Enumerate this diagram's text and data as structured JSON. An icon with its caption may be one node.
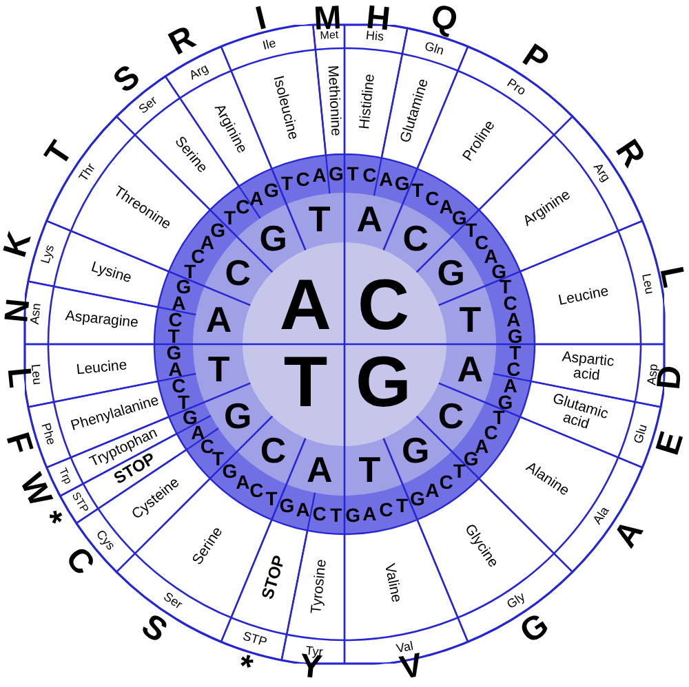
{
  "diagram": {
    "nodes": [
      {
        "text": [
          "Histidine",
          "His"
        ],
        "beside": [
          "H"
        ]
      },
      {
        "text": [
          "Glutamine",
          "Gln"
        ],
        "beside": [
          "Q"
        ]
      },
      {
        "text": [
          "Proline",
          "Pro"
        ],
        "beside": [
          "P"
        ]
      },
      {
        "text": [
          "Arginine",
          "Arg"
        ],
        "beside": [
          "R"
        ]
      },
      {
        "text": [
          "Leucine",
          "Leu"
        ],
        "beside": [
          "L"
        ]
      },
      {
        "text": [
          "Aspartic acid",
          "Asp"
        ],
        "beside": [
          "D"
        ]
      },
      {
        "text": [
          "Glutamic acid",
          "Glu"
        ],
        "beside": [
          "E"
        ]
      },
      {
        "text": [
          "Alanine",
          "Ala"
        ],
        "beside": [
          "A"
        ]
      },
      {
        "text": [
          "Glycine",
          "Gly"
        ],
        "beside": [
          "G"
        ]
      },
      {
        "text": [
          "Valine",
          "Val"
        ],
        "beside": [
          "V"
        ]
      },
      {
        "text": [
          "Tyrosine",
          "Tyr"
        ],
        "beside": [
          "Y"
        ]
      },
      {
        "text": [
          "STOP",
          "STP"
        ],
        "beside": [
          "*"
        ]
      },
      {
        "text": [
          "Serine",
          "Ser"
        ],
        "beside": [
          "S"
        ]
      },
      {
        "text": [
          "Cysteine",
          "Cys"
        ],
        "beside": [
          "C"
        ]
      },
      {
        "text": [
          "STOP",
          "STP"
        ],
        "beside": [
          "*"
        ]
      },
      {
        "text": [
          "Tryptophan",
          "Trp"
        ],
        "beside": [
          "W"
        ]
      },
      {
        "text": [
          "Phenylalanine",
          "Phe"
        ],
        "beside": [
          "F"
        ]
      },
      {
        "text": [
          "Leucine",
          "Leu"
        ],
        "beside": [
          "L"
        ]
      },
      {
        "text": [
          "Asparagine",
          "Asn"
        ],
        "beside": [
          "N"
        ]
      },
      {
        "text": [
          "Lysine",
          "Lys"
        ],
        "beside": [
          "K"
        ]
      },
      {
        "text": [
          "Threonine",
          "Thr"
        ],
        "beside": [
          "T"
        ]
      },
      {
        "text": [
          "Serine",
          "Ser"
        ],
        "beside": [
          "S"
        ]
      },
      {
        "text": [
          "Arginine",
          "Arg"
        ],
        "beside": [
          "R"
        ]
      },
      {
        "text": [
          "Isoleucine",
          "Ile"
        ],
        "beside": [
          "I"
        ]
      },
      {
        "text": [
          "Methionine",
          "Met"
        ],
        "beside": [
          "M"
        ]
      }
    ],
    "labels": [
      "A",
      "C",
      "T",
      "G",
      "A",
      "C",
      "G",
      "T",
      "A",
      "C",
      "G",
      "T",
      "A",
      "C",
      "G",
      "T",
      "A",
      "C",
      "G",
      "T",
      "T",
      "C",
      "A",
      "G",
      "T",
      "C",
      "A",
      "G",
      "T",
      "C",
      "A",
      "G",
      "T",
      "C",
      "A",
      "G",
      "T",
      "C",
      "A",
      "G",
      "T",
      "C",
      "A",
      "G",
      "T",
      "C",
      "A",
      "G",
      "T",
      "C",
      "A",
      "G",
      "T",
      "C",
      "A",
      "G",
      "T",
      "C",
      "A",
      "G",
      "T",
      "C",
      "A",
      "G",
      "T",
      "C",
      "A",
      "G",
      "T",
      "C",
      "A",
      "G",
      "T",
      "C",
      "A",
      "G",
      "T",
      "C",
      "A",
      "G",
      "T",
      "C",
      "A",
      "G"
    ]
  }
}
